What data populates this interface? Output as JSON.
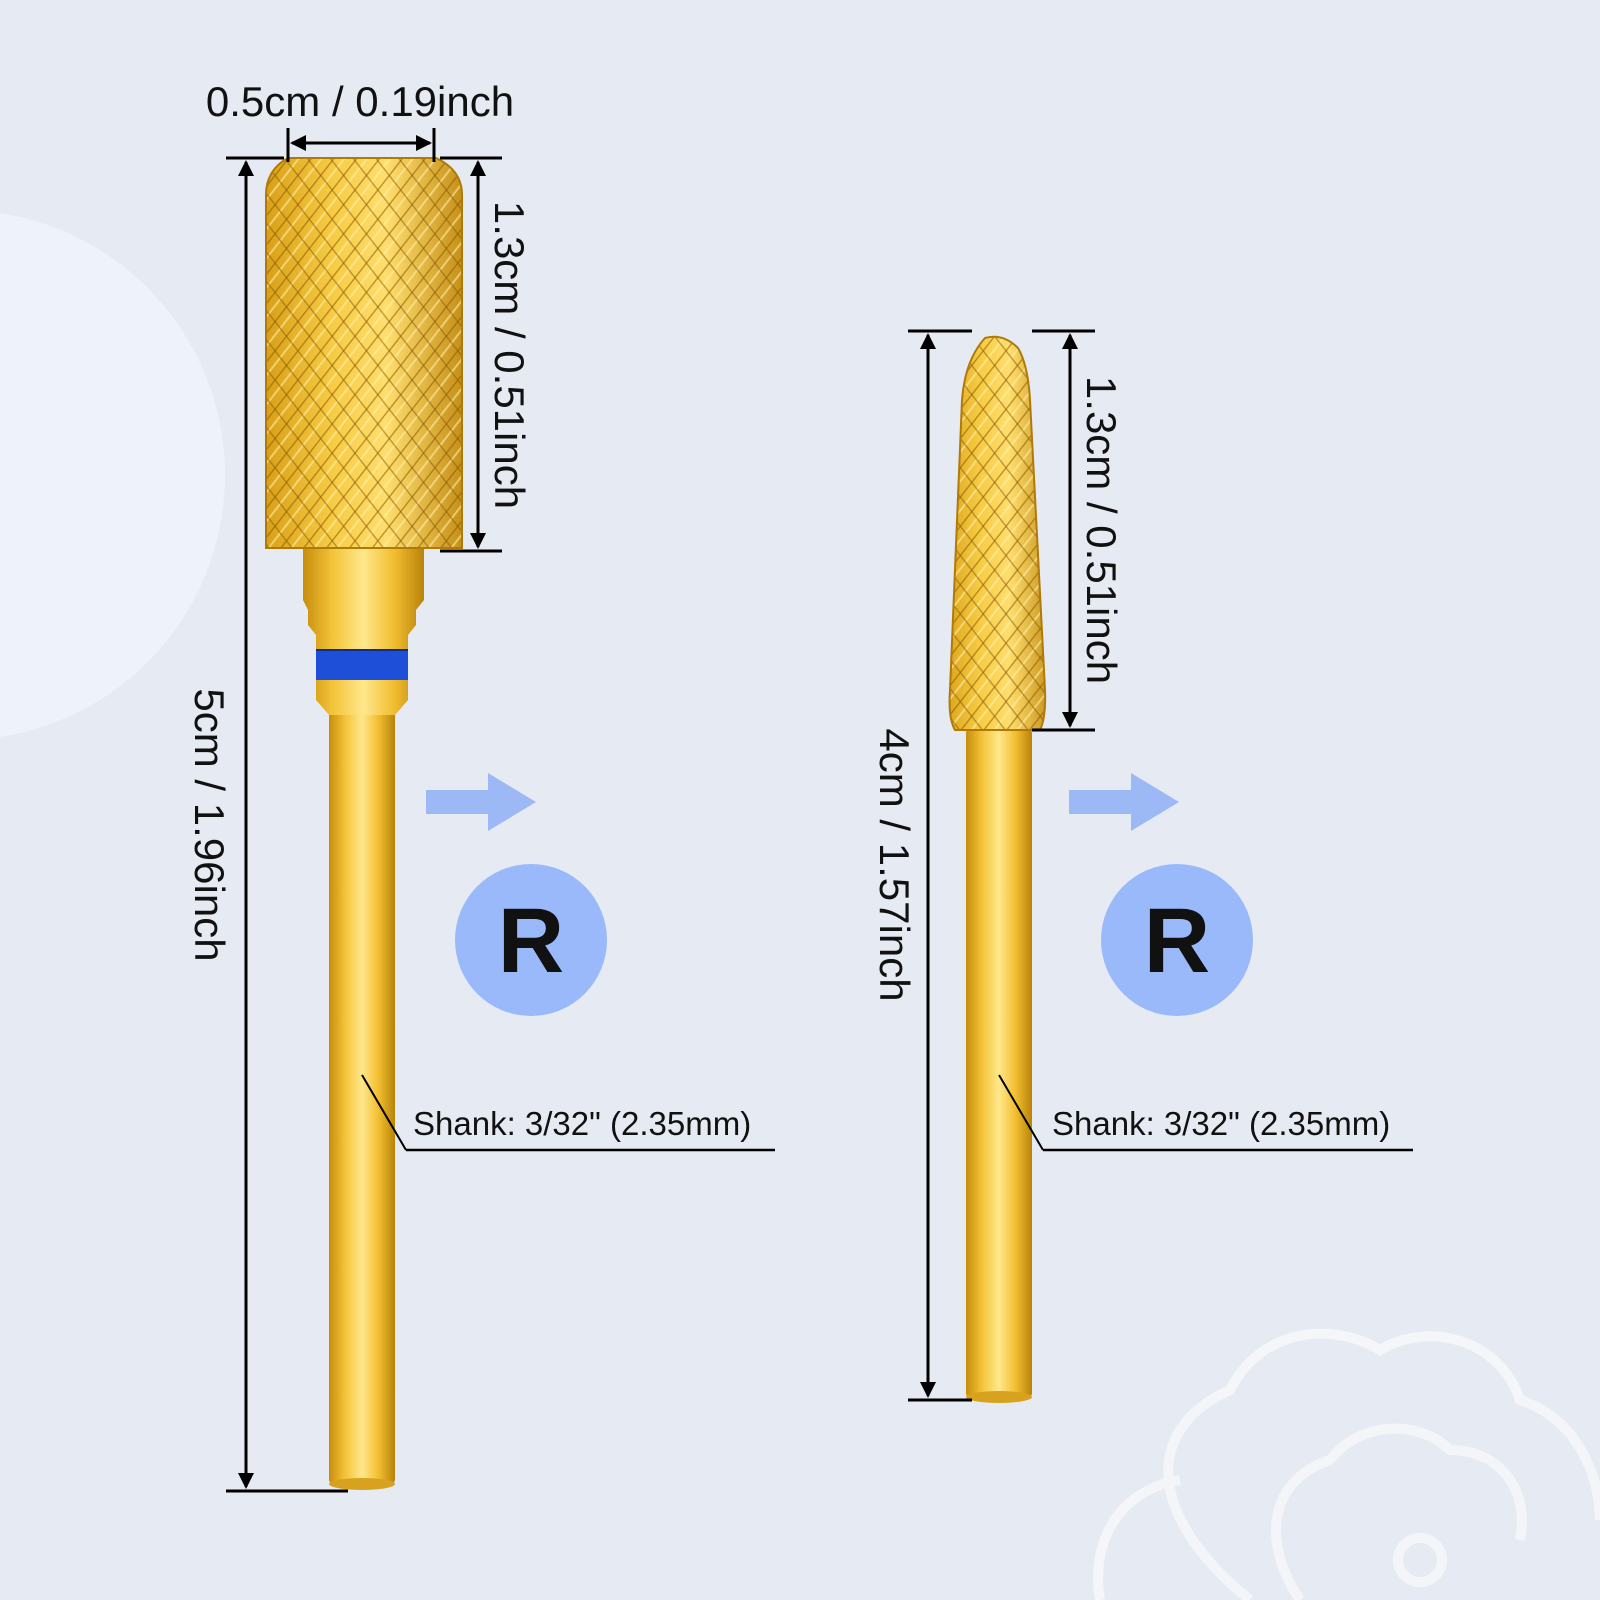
{
  "bit_left": {
    "head_width": "0.5cm / 0.19inch",
    "head_length": "1.3cm / 0.51inch",
    "total_length": "5cm / 1.96inch",
    "direction": "R",
    "shank": "Shank: 3/32\" (2.35mm)"
  },
  "bit_right": {
    "head_length": "1.3cm / 0.51inch",
    "total_length": "4cm / 1.57inch",
    "direction": "R",
    "shank": "Shank: 3/32\" (2.35mm)"
  },
  "colors": {
    "background": "#e6eaf3",
    "gold": "#e8b52a",
    "gold_light": "#ffe07a",
    "gold_dark": "#b8820a",
    "blue_band": "#1d4fd8",
    "arrow_blue": "#9cb8f5",
    "badge_blue": "#9ab9fb"
  },
  "icons": [
    "arrow-right-icon",
    "rotation-badge",
    "flower-watermark"
  ]
}
